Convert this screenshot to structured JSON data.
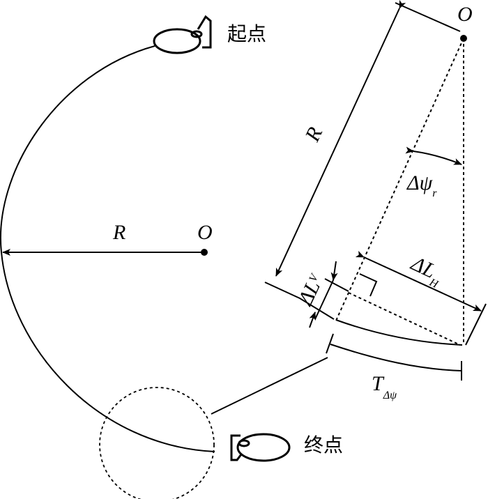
{
  "labels": {
    "start": "起点",
    "end": "终点",
    "radius_left": "R",
    "center_left": "O",
    "center_right": "O",
    "radius_right": "R",
    "delta_psi": "Δψ",
    "delta_psi_sub": "r",
    "delta_lv": "ΔL",
    "delta_lv_sub": "V",
    "delta_lh": "ΔL",
    "delta_lh_sub": "H",
    "t": "T",
    "t_sub": "Δψ"
  }
}
